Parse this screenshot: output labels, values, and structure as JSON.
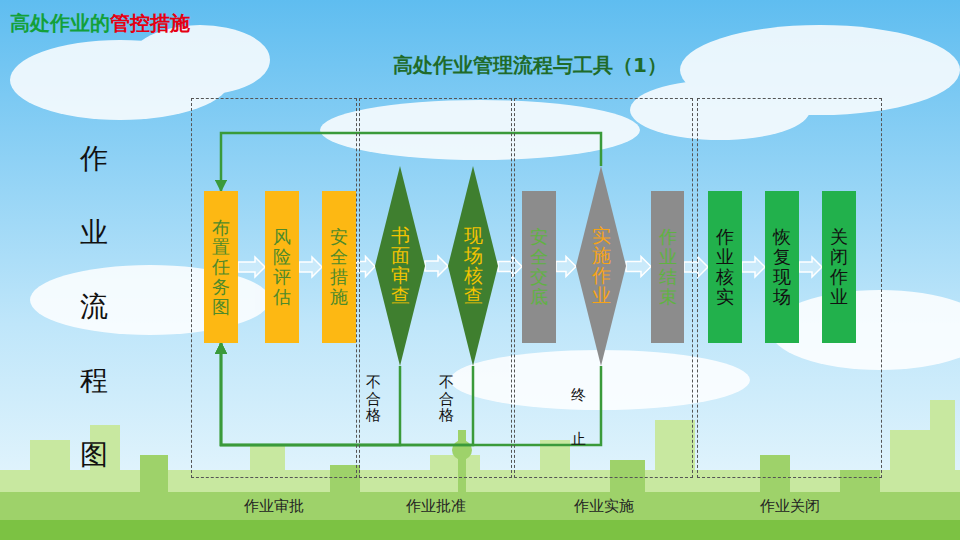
{
  "diagram": {
    "title": "高处作业管理流程与工具（1）",
    "nodes": [
      {
        "text": [
          "作业审批"
        ]
      },
      {
        "text": [
          "布置任务图"
        ],
        "in": 0
      },
      {
        "text": [
          "风险评估"
        ],
        "in": 0
      },
      {
        "text": [
          "安全措施"
        ],
        "in": 0
      },
      {
        "text": [
          "作业批准"
        ]
      },
      {
        "text": [
          "书面审查"
        ],
        "in": 4
      },
      {
        "text": [
          "现场核查"
        ],
        "in": 4
      },
      {
        "text": [
          "作业实施"
        ]
      },
      {
        "text": [
          "安全交底"
        ],
        "in": 7
      },
      {
        "text": [
          "实施作业"
        ],
        "in": 7
      },
      {
        "text": [
          "作业结束"
        ],
        "in": 7
      },
      {
        "text": [
          "作业关闭"
        ]
      },
      {
        "text": [
          "作业核实"
        ],
        "in": 11
      },
      {
        "text": [
          "恢复现场"
        ],
        "in": 11
      },
      {
        "text": [
          "关闭作业"
        ],
        "in": 11
      }
    ],
    "edges": [
      {
        "from": 1,
        "to": 2,
        "arrow": "to"
      },
      {
        "from": 2,
        "to": 3,
        "arrow": "to"
      },
      {
        "from": 3,
        "to": 5,
        "arrow": "to"
      },
      {
        "from": 5,
        "to": 6,
        "arrow": "to"
      },
      {
        "from": 6,
        "to": 8,
        "arrow": "to"
      },
      {
        "from": 8,
        "to": 9,
        "arrow": "to"
      },
      {
        "from": 9,
        "to": 10,
        "arrow": "to"
      },
      {
        "from": 10,
        "to": 12,
        "arrow": "to"
      },
      {
        "from": 12,
        "to": 13,
        "arrow": "to"
      },
      {
        "from": 13,
        "to": 14,
        "arrow": "to"
      },
      {
        "from": 9,
        "to": 1,
        "arrow": "to"
      },
      {
        "from": 5,
        "to": 1,
        "label": "不合格",
        "arrow": "to"
      },
      {
        "from": 6,
        "to": 1,
        "label": "不合格",
        "arrow": "to"
      },
      {
        "from": 9,
        "to": 1,
        "label": "终止",
        "arrow": "to"
      }
    ],
    "labels": [
      "高处作业的",
      "管控措施",
      "作业流程图"
    ]
  }
}
